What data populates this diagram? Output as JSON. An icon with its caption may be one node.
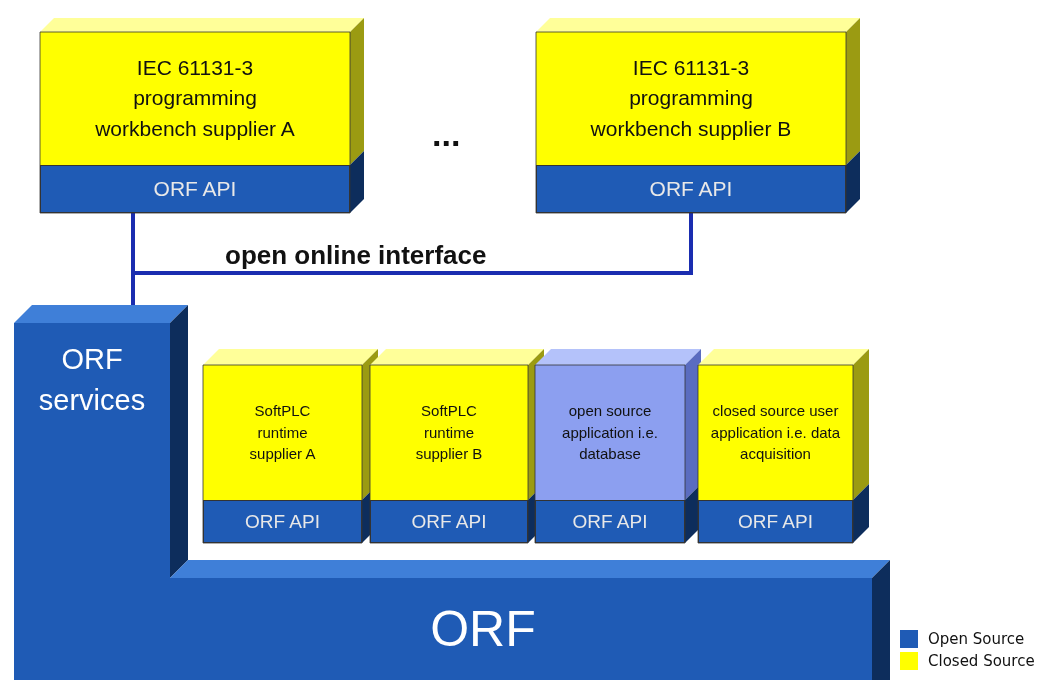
{
  "diagram": {
    "nodes": [
      {
        "text": [
          "IEC 61131-3 programming workbench supplier A"
        ]
      },
      {
        "text": [
          "ORF API"
        ],
        "in": 0
      },
      {
        "text": [
          "IEC 61131-3 programming workbench supplier B"
        ]
      },
      {
        "text": [
          "ORF API"
        ],
        "in": 2
      },
      {
        "text": [
          "ORF services",
          "ORF"
        ]
      },
      {
        "text": [
          "SoftPLC runtime supplier A"
        ]
      },
      {
        "text": [
          "ORF API"
        ],
        "in": 5
      },
      {
        "text": [
          "SoftPLC runtime supplier B"
        ]
      },
      {
        "text": [
          "ORF API"
        ],
        "in": 7
      },
      {
        "text": [
          "open source application i.e. database"
        ]
      },
      {
        "text": [
          "ORF API"
        ],
        "in": 9
      },
      {
        "text": [
          "closed source user application i.e. data acquisition"
        ]
      },
      {
        "text": [
          "ORF API"
        ],
        "in": 11
      }
    ],
    "edges": [
      {
        "from": 1,
        "to": 4,
        "arrow": "none",
        "color": "#1a2db0"
      },
      {
        "from": 3,
        "to": 4,
        "arrow": "none",
        "label": "open online interface",
        "color": "#1a2db0"
      }
    ],
    "labels": [
      "..."
    ],
    "legend": [
      {
        "text": "Open Source",
        "color": "#1f5bb5"
      },
      {
        "text": "Closed Source",
        "color": "#ffff00"
      }
    ]
  }
}
